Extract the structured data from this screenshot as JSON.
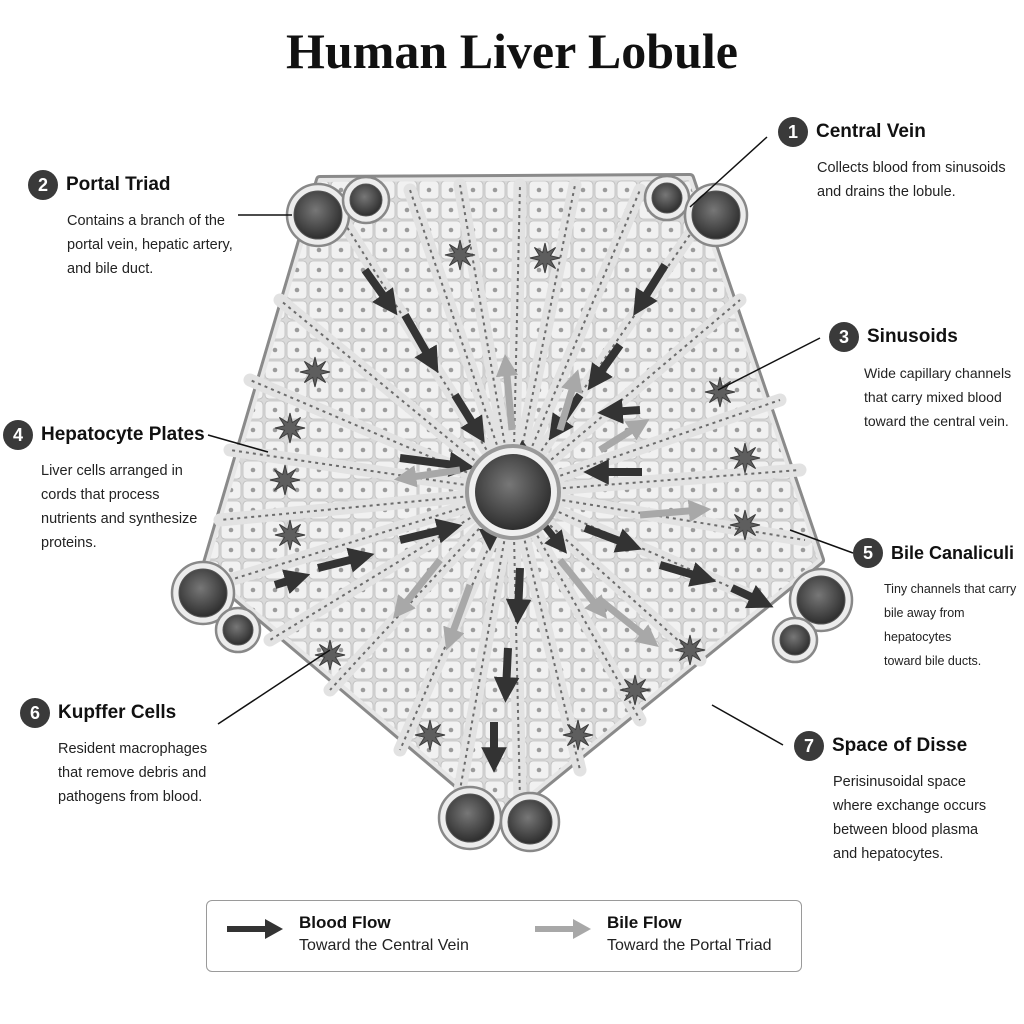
{
  "title": "Human Liver Lobule",
  "callouts": [
    {
      "number": "1",
      "title": "Central Vein",
      "description": "Collects blood from sinusoids\nand drains the lobule."
    },
    {
      "number": "2",
      "title": "Portal Triad",
      "description": "Contains a branch of the\nportal vein, hepatic artery,\nand bile duct."
    },
    {
      "number": "3",
      "title": "Sinusoids",
      "description": "Wide capillary channels\nthat carry mixed blood\ntoward the central vein."
    },
    {
      "number": "4",
      "title": "Hepatocyte Plates",
      "description": "Liver cells arranged in\ncords that process\nnutrients and synthesize\nproteins."
    },
    {
      "number": "5",
      "title": "Bile Canaliculi",
      "description": "Tiny channels that carry\nbile away from hepatocytes\ntoward bile ducts."
    },
    {
      "number": "6",
      "title": "Kupffer Cells",
      "description": "Resident macrophages\nthat remove debris and\npathogens from blood."
    },
    {
      "number": "7",
      "title": "Space of Disse",
      "description": "Perisinusoidal space\nwhere exchange occurs\nbetween blood plasma\nand hepatocytes."
    }
  ],
  "legend": {
    "blood": {
      "title": "Blood Flow",
      "description": "Toward the Central Vein",
      "color": "#333333"
    },
    "bile": {
      "title": "Bile Flow",
      "description": "Toward the Portal Triad",
      "color": "#a8a8a8"
    }
  }
}
